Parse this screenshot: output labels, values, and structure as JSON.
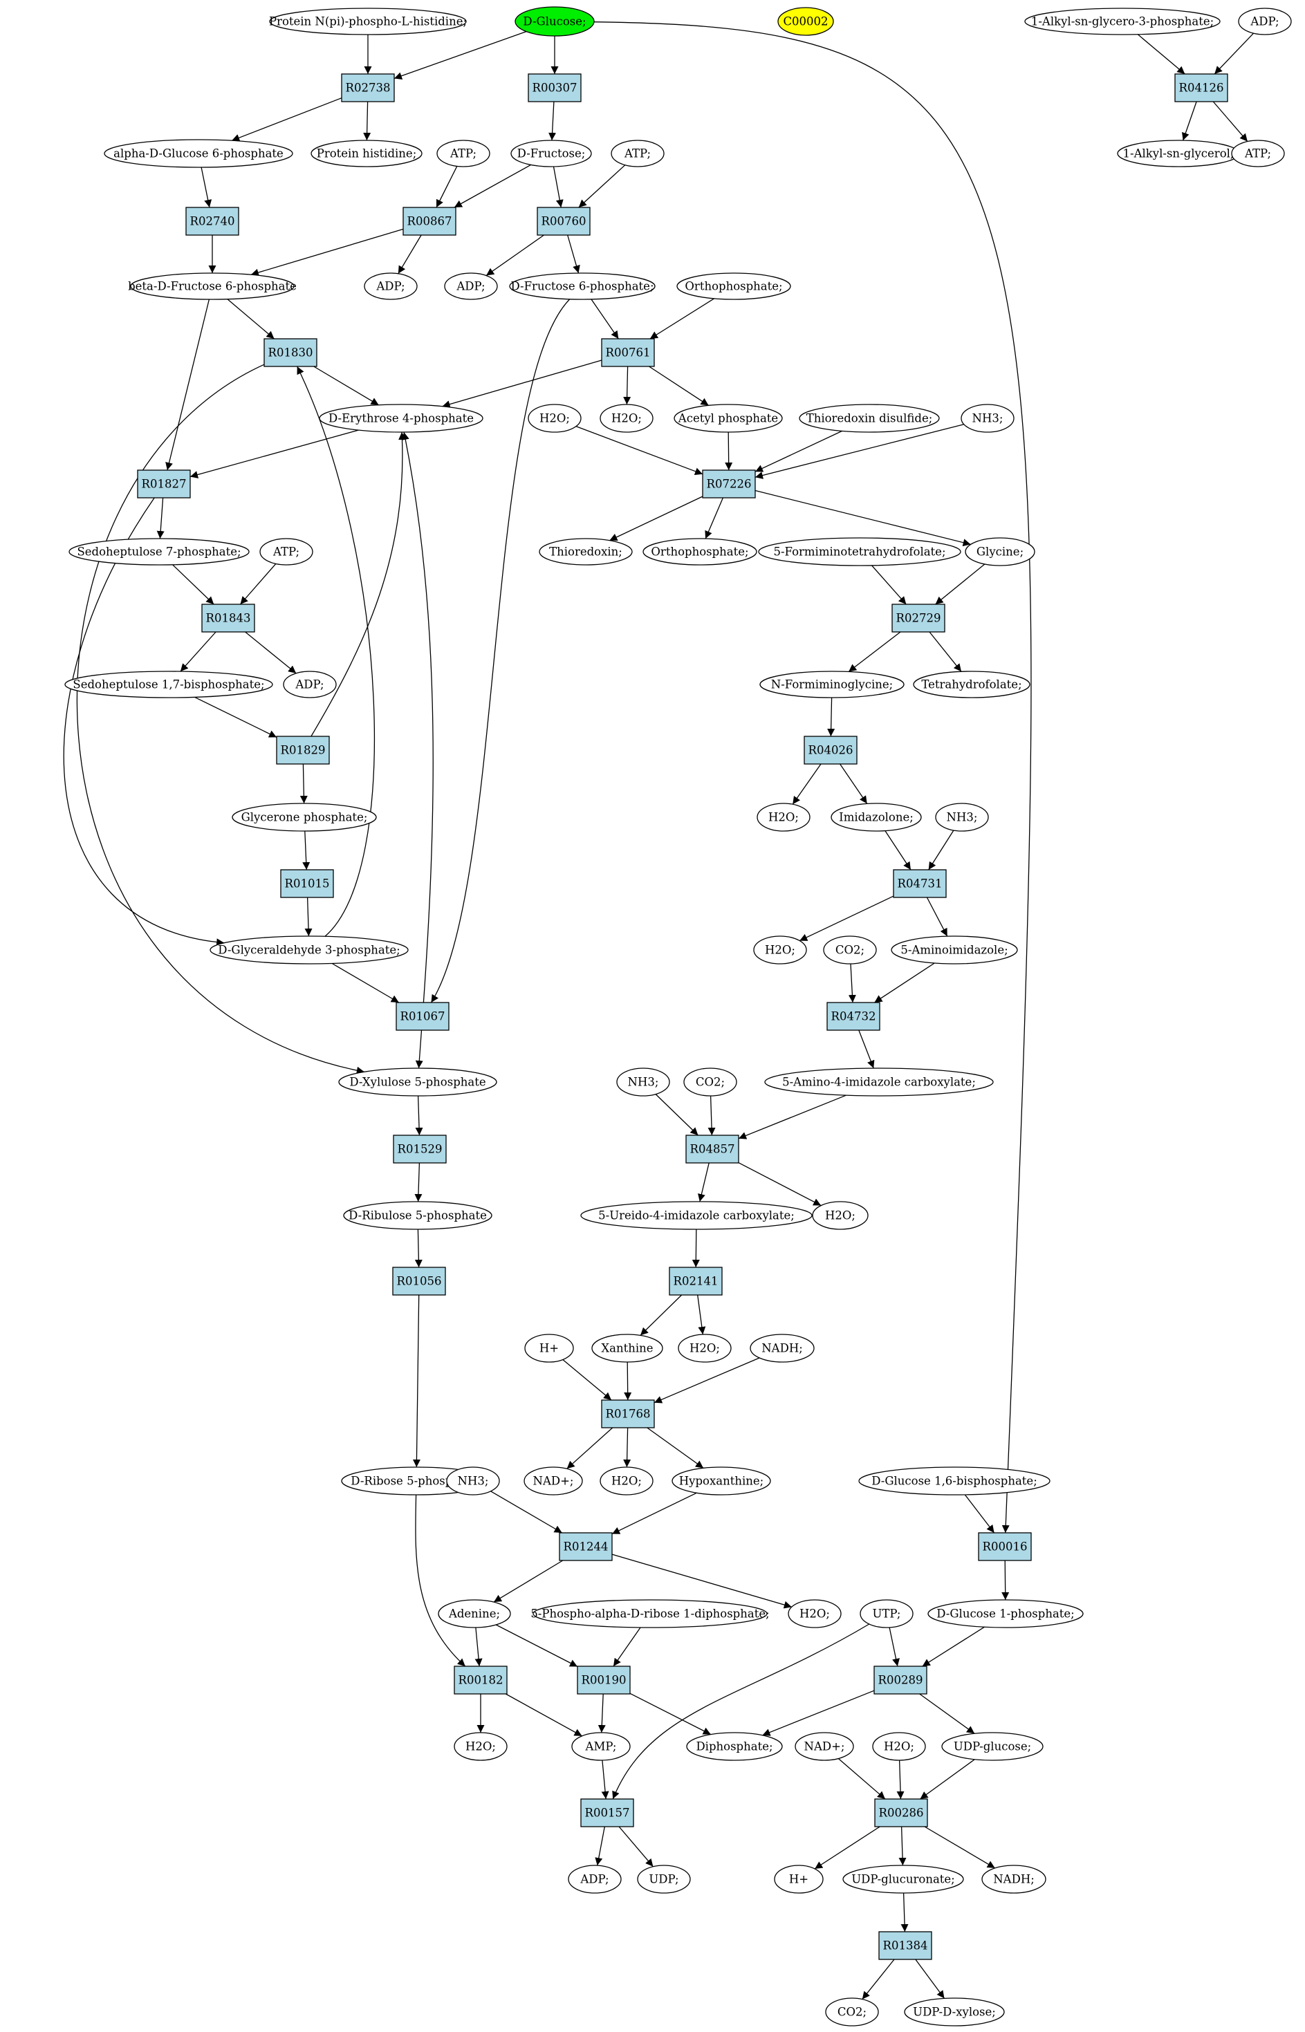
{
  "nodes": {
    "n_prot_pi_his": {
      "label": "Protein N(pi)-phospho-L-histidine;",
      "shape": "ellipse"
    },
    "n_dglucose": {
      "label": "D-Glucose;",
      "shape": "ellipse",
      "fill": "#00ee00"
    },
    "n_c00002": {
      "label": "C00002",
      "shape": "ellipse",
      "fill": "#ffff00"
    },
    "n_alkylg3p": {
      "label": "1-Alkyl-sn-glycero-3-phosphate;",
      "shape": "ellipse"
    },
    "n_adp_1": {
      "label": "ADP;",
      "shape": "ellipse"
    },
    "r_R02738": {
      "label": "R02738",
      "shape": "box"
    },
    "r_R00307": {
      "label": "R00307",
      "shape": "box"
    },
    "r_R04126": {
      "label": "R04126",
      "shape": "box"
    },
    "n_ag6p": {
      "label": "alpha-D-Glucose 6-phosphate",
      "shape": "ellipse"
    },
    "n_prot_his": {
      "label": "Protein histidine;",
      "shape": "ellipse"
    },
    "n_atp_1": {
      "label": "ATP;",
      "shape": "ellipse"
    },
    "n_dfructose": {
      "label": "D-Fructose;",
      "shape": "ellipse"
    },
    "n_atp_2": {
      "label": "ATP;",
      "shape": "ellipse"
    },
    "n_alkylglycerol": {
      "label": "1-Alkyl-sn-glycerol;",
      "shape": "ellipse"
    },
    "n_atp_3": {
      "label": "ATP;",
      "shape": "ellipse"
    },
    "r_R02740": {
      "label": "R02740",
      "shape": "box"
    },
    "r_R00867": {
      "label": "R00867",
      "shape": "box"
    },
    "r_R00760": {
      "label": "R00760",
      "shape": "box"
    },
    "n_bf6p": {
      "label": "beta-D-Fructose 6-phosphate",
      "shape": "ellipse"
    },
    "n_adp_2": {
      "label": "ADP;",
      "shape": "ellipse"
    },
    "n_adp_3": {
      "label": "ADP;",
      "shape": "ellipse"
    },
    "n_df6p": {
      "label": "D-Fructose 6-phosphate;",
      "shape": "ellipse"
    },
    "n_ortho_1": {
      "label": "Orthophosphate;",
      "shape": "ellipse"
    },
    "r_R01830": {
      "label": "R01830",
      "shape": "box"
    },
    "r_R00761": {
      "label": "R00761",
      "shape": "box"
    },
    "n_de4p": {
      "label": "D-Erythrose 4-phosphate",
      "shape": "ellipse"
    },
    "n_h2o_1": {
      "label": "H2O;",
      "shape": "ellipse"
    },
    "n_h2o_2": {
      "label": "H2O;",
      "shape": "ellipse"
    },
    "n_acetylp": {
      "label": "Acetyl phosphate",
      "shape": "ellipse"
    },
    "n_thiodis": {
      "label": "Thioredoxin disulfide;",
      "shape": "ellipse"
    },
    "n_nh3_1": {
      "label": "NH3;",
      "shape": "ellipse"
    },
    "r_R01827": {
      "label": "R01827",
      "shape": "box"
    },
    "r_R07226": {
      "label": "R07226",
      "shape": "box"
    },
    "n_s7p": {
      "label": "Sedoheptulose 7-phosphate;",
      "shape": "ellipse"
    },
    "n_atp_4": {
      "label": "ATP;",
      "shape": "ellipse"
    },
    "n_thioredoxin": {
      "label": "Thioredoxin;",
      "shape": "ellipse"
    },
    "n_ortho_2": {
      "label": "Orthophosphate;",
      "shape": "ellipse"
    },
    "n_fthf": {
      "label": "5-Formiminotetrahydrofolate;",
      "shape": "ellipse"
    },
    "n_glycine": {
      "label": "Glycine;",
      "shape": "ellipse"
    },
    "r_R01843": {
      "label": "R01843",
      "shape": "box"
    },
    "r_R02729": {
      "label": "R02729",
      "shape": "box"
    },
    "n_s17bp": {
      "label": "Sedoheptulose 1,7-bisphosphate;",
      "shape": "ellipse"
    },
    "n_adp_4": {
      "label": "ADP;",
      "shape": "ellipse"
    },
    "n_nformgly": {
      "label": "N-Formiminoglycine;",
      "shape": "ellipse"
    },
    "n_thf": {
      "label": "Tetrahydrofolate;",
      "shape": "ellipse"
    },
    "r_R01829": {
      "label": "R01829",
      "shape": "box"
    },
    "r_R04026": {
      "label": "R04026",
      "shape": "box"
    },
    "n_glycerone": {
      "label": "Glycerone phosphate;",
      "shape": "ellipse"
    },
    "n_h2o_3": {
      "label": "H2O;",
      "shape": "ellipse"
    },
    "n_imidazolone": {
      "label": "Imidazolone;",
      "shape": "ellipse"
    },
    "n_nh3_2": {
      "label": "NH3;",
      "shape": "ellipse"
    },
    "r_R01015": {
      "label": "R01015",
      "shape": "box"
    },
    "r_R04731": {
      "label": "R04731",
      "shape": "box"
    },
    "n_g3p": {
      "label": "D-Glyceraldehyde 3-phosphate;",
      "shape": "ellipse"
    },
    "n_h2o_4": {
      "label": "H2O;",
      "shape": "ellipse"
    },
    "n_co2_1": {
      "label": "CO2;",
      "shape": "ellipse"
    },
    "n_aminoimid": {
      "label": "5-Aminoimidazole;",
      "shape": "ellipse"
    },
    "r_R01067": {
      "label": "R01067",
      "shape": "box"
    },
    "r_R04732": {
      "label": "R04732",
      "shape": "box"
    },
    "n_xu5p": {
      "label": "D-Xylulose 5-phosphate",
      "shape": "ellipse"
    },
    "n_nh3_3": {
      "label": "NH3;",
      "shape": "ellipse"
    },
    "n_co2_2": {
      "label": "CO2;",
      "shape": "ellipse"
    },
    "n_aicarb": {
      "label": "5-Amino-4-imidazole carboxylate;",
      "shape": "ellipse"
    },
    "r_R01529": {
      "label": "R01529",
      "shape": "box"
    },
    "r_R04857": {
      "label": "R04857",
      "shape": "box"
    },
    "n_ru5p": {
      "label": "D-Ribulose 5-phosphate",
      "shape": "ellipse"
    },
    "n_uicarb": {
      "label": "5-Ureido-4-imidazole carboxylate;",
      "shape": "ellipse"
    },
    "n_h2o_5": {
      "label": "H2O;",
      "shape": "ellipse"
    },
    "r_R01056": {
      "label": "R01056",
      "shape": "box"
    },
    "r_R02141": {
      "label": "R02141",
      "shape": "box"
    },
    "n_hplus_1": {
      "label": "H+",
      "shape": "ellipse"
    },
    "n_xanthine": {
      "label": "Xanthine",
      "shape": "ellipse"
    },
    "n_h2o_6": {
      "label": "H2O;",
      "shape": "ellipse"
    },
    "n_nadh_1": {
      "label": "NADH;",
      "shape": "ellipse"
    },
    "r_R01768": {
      "label": "R01768",
      "shape": "box"
    },
    "n_r5p": {
      "label": "D-Ribose 5-phosphate;",
      "shape": "ellipse"
    },
    "n_nadp_1": {
      "label": "NAD+;",
      "shape": "ellipse"
    },
    "n_h2o_7": {
      "label": "H2O;",
      "shape": "ellipse"
    },
    "n_hypox": {
      "label": "Hypoxanthine;",
      "shape": "ellipse"
    },
    "n_nh3_4": {
      "label": "NH3;",
      "shape": "ellipse"
    },
    "n_g16bp": {
      "label": "D-Glucose 1,6-bisphosphate;",
      "shape": "ellipse"
    },
    "r_R01244": {
      "label": "R01244",
      "shape": "box"
    },
    "r_R00016": {
      "label": "R00016",
      "shape": "box"
    },
    "n_adenine": {
      "label": "Adenine;",
      "shape": "ellipse"
    },
    "n_prpp": {
      "label": "5-Phospho-alpha-D-ribose 1-diphosphate;",
      "shape": "ellipse"
    },
    "n_h2o_8": {
      "label": "H2O;",
      "shape": "ellipse"
    },
    "n_utp": {
      "label": "UTP;",
      "shape": "ellipse"
    },
    "n_g1p": {
      "label": "D-Glucose 1-phosphate;",
      "shape": "ellipse"
    },
    "r_R00182": {
      "label": "R00182",
      "shape": "box"
    },
    "r_R00190": {
      "label": "R00190",
      "shape": "box"
    },
    "r_R00289": {
      "label": "R00289",
      "shape": "box"
    },
    "n_h2o_9": {
      "label": "H2O;",
      "shape": "ellipse"
    },
    "n_amp": {
      "label": "AMP;",
      "shape": "ellipse"
    },
    "n_diphos": {
      "label": "Diphosphate;",
      "shape": "ellipse"
    },
    "n_nadp_2": {
      "label": "NAD+;",
      "shape": "ellipse"
    },
    "n_h2o_10": {
      "label": "H2O;",
      "shape": "ellipse"
    },
    "n_udpglc": {
      "label": "UDP-glucose;",
      "shape": "ellipse"
    },
    "r_R00157": {
      "label": "R00157",
      "shape": "box"
    },
    "r_R00286": {
      "label": "R00286",
      "shape": "box"
    },
    "n_adp_5": {
      "label": "ADP;",
      "shape": "ellipse"
    },
    "n_udp": {
      "label": "UDP;",
      "shape": "ellipse"
    },
    "n_hplus_2": {
      "label": "H+",
      "shape": "ellipse"
    },
    "n_udpglcu": {
      "label": "UDP-glucuronate;",
      "shape": "ellipse"
    },
    "n_nadh_2": {
      "label": "NADH;",
      "shape": "ellipse"
    },
    "r_R01384": {
      "label": "R01384",
      "shape": "box"
    },
    "n_co2_3": {
      "label": "CO2;",
      "shape": "ellipse"
    },
    "n_udpxyl": {
      "label": "UDP-D-xylose;",
      "shape": "ellipse"
    }
  },
  "edges": [
    [
      "n_prot_pi_his",
      "r_R02738"
    ],
    [
      "n_dglucose",
      "r_R02738"
    ],
    [
      "n_dglucose",
      "r_R00307"
    ],
    [
      "n_dglucose",
      "r_R00016"
    ],
    [
      "n_alkylg3p",
      "r_R04126"
    ],
    [
      "n_adp_1",
      "r_R04126"
    ],
    [
      "r_R02738",
      "n_ag6p"
    ],
    [
      "r_R02738",
      "n_prot_his"
    ],
    [
      "r_R00307",
      "n_dfructose"
    ],
    [
      "r_R04126",
      "n_alkylglycerol"
    ],
    [
      "r_R04126",
      "n_atp_3"
    ],
    [
      "n_ag6p",
      "r_R02740"
    ],
    [
      "n_atp_1",
      "r_R00867"
    ],
    [
      "n_dfructose",
      "r_R00867"
    ],
    [
      "n_dfructose",
      "r_R00760"
    ],
    [
      "n_atp_2",
      "r_R00760"
    ],
    [
      "r_R02740",
      "n_bf6p"
    ],
    [
      "r_R00867",
      "n_bf6p"
    ],
    [
      "r_R00867",
      "n_adp_2"
    ],
    [
      "r_R00760",
      "n_adp_3"
    ],
    [
      "r_R00760",
      "n_df6p"
    ],
    [
      "n_bf6p",
      "r_R01830"
    ],
    [
      "n_bf6p",
      "r_R01827"
    ],
    [
      "n_df6p",
      "r_R00761"
    ],
    [
      "n_df6p",
      "r_R01067"
    ],
    [
      "n_ortho_1",
      "r_R00761"
    ],
    [
      "r_R01830",
      "n_de4p"
    ],
    [
      "r_R01830",
      "n_xu5p"
    ],
    [
      "r_R00761",
      "n_de4p"
    ],
    [
      "r_R00761",
      "n_h2o_2"
    ],
    [
      "r_R00761",
      "n_acetylp"
    ],
    [
      "n_de4p",
      "r_R01827"
    ],
    [
      "n_h2o_1",
      "r_R07226"
    ],
    [
      "n_acetylp",
      "r_R07226"
    ],
    [
      "n_thiodis",
      "r_R07226"
    ],
    [
      "n_nh3_1",
      "r_R07226"
    ],
    [
      "r_R01827",
      "n_s7p"
    ],
    [
      "r_R01827",
      "n_g3p"
    ],
    [
      "r_R07226",
      "n_thioredoxin"
    ],
    [
      "r_R07226",
      "n_ortho_2"
    ],
    [
      "r_R07226",
      "n_glycine"
    ],
    [
      "n_s7p",
      "r_R01843"
    ],
    [
      "n_atp_4",
      "r_R01843"
    ],
    [
      "n_fthf",
      "r_R02729"
    ],
    [
      "n_glycine",
      "r_R02729"
    ],
    [
      "r_R01843",
      "n_s17bp"
    ],
    [
      "r_R01843",
      "n_adp_4"
    ],
    [
      "r_R02729",
      "n_nformgly"
    ],
    [
      "r_R02729",
      "n_thf"
    ],
    [
      "n_s17bp",
      "r_R01829"
    ],
    [
      "n_nformgly",
      "r_R04026"
    ],
    [
      "r_R01829",
      "n_de4p"
    ],
    [
      "r_R01829",
      "n_glycerone"
    ],
    [
      "r_R04026",
      "n_h2o_3"
    ],
    [
      "r_R04026",
      "n_imidazolone"
    ],
    [
      "n_glycerone",
      "r_R01015"
    ],
    [
      "n_imidazolone",
      "r_R04731"
    ],
    [
      "n_nh3_2",
      "r_R04731"
    ],
    [
      "r_R01015",
      "n_g3p"
    ],
    [
      "r_R04731",
      "n_h2o_4"
    ],
    [
      "r_R04731",
      "n_aminoimid"
    ],
    [
      "n_g3p",
      "r_R01830"
    ],
    [
      "n_g3p",
      "r_R01067"
    ],
    [
      "n_co2_1",
      "r_R04732"
    ],
    [
      "n_aminoimid",
      "r_R04732"
    ],
    [
      "r_R01067",
      "n_de4p"
    ],
    [
      "r_R01067",
      "n_xu5p"
    ],
    [
      "r_R04732",
      "n_aicarb"
    ],
    [
      "n_xu5p",
      "r_R01529"
    ],
    [
      "n_nh3_3",
      "r_R04857"
    ],
    [
      "n_co2_2",
      "r_R04857"
    ],
    [
      "n_aicarb",
      "r_R04857"
    ],
    [
      "r_R01529",
      "n_ru5p"
    ],
    [
      "r_R04857",
      "n_uicarb"
    ],
    [
      "r_R04857",
      "n_h2o_5"
    ],
    [
      "n_ru5p",
      "r_R01056"
    ],
    [
      "n_uicarb",
      "r_R02141"
    ],
    [
      "r_R01056",
      "n_r5p"
    ],
    [
      "r_R02141",
      "n_xanthine"
    ],
    [
      "r_R02141",
      "n_h2o_6"
    ],
    [
      "n_hplus_1",
      "r_R01768"
    ],
    [
      "n_xanthine",
      "r_R01768"
    ],
    [
      "n_nadh_1",
      "r_R01768"
    ],
    [
      "r_R01768",
      "n_nadp_1"
    ],
    [
      "r_R01768",
      "n_h2o_7"
    ],
    [
      "r_R01768",
      "n_hypox"
    ],
    [
      "n_nh3_4",
      "r_R01244"
    ],
    [
      "n_hypox",
      "r_R01244"
    ],
    [
      "n_g16bp",
      "r_R00016"
    ],
    [
      "r_R01244",
      "n_adenine"
    ],
    [
      "r_R01244",
      "n_h2o_8"
    ],
    [
      "r_R00016",
      "n_g1p"
    ],
    [
      "n_r5p",
      "r_R00182"
    ],
    [
      "n_adenine",
      "r_R00182"
    ],
    [
      "n_adenine",
      "r_R00190"
    ],
    [
      "n_prpp",
      "r_R00190"
    ],
    [
      "n_utp",
      "r_R00289"
    ],
    [
      "n_utp",
      "r_R00157"
    ],
    [
      "n_g1p",
      "r_R00289"
    ],
    [
      "r_R00182",
      "n_h2o_9"
    ],
    [
      "r_R00182",
      "n_amp"
    ],
    [
      "r_R00190",
      "n_amp"
    ],
    [
      "r_R00190",
      "n_diphos"
    ],
    [
      "r_R00289",
      "n_diphos"
    ],
    [
      "r_R00289",
      "n_udpglc"
    ],
    [
      "n_amp",
      "r_R00157"
    ],
    [
      "n_nadp_2",
      "r_R00286"
    ],
    [
      "n_h2o_10",
      "r_R00286"
    ],
    [
      "n_udpglc",
      "r_R00286"
    ],
    [
      "r_R00157",
      "n_adp_5"
    ],
    [
      "r_R00157",
      "n_udp"
    ],
    [
      "r_R00286",
      "n_hplus_2"
    ],
    [
      "r_R00286",
      "n_udpglcu"
    ],
    [
      "r_R00286",
      "n_nadh_2"
    ],
    [
      "n_udpglcu",
      "r_R01384"
    ],
    [
      "r_R01384",
      "n_co2_3"
    ],
    [
      "r_R01384",
      "n_udpxyl"
    ]
  ],
  "colors": {
    "reaction_fill": "#add8e6",
    "node_fill": "#ffffff",
    "stroke": "#000000"
  }
}
